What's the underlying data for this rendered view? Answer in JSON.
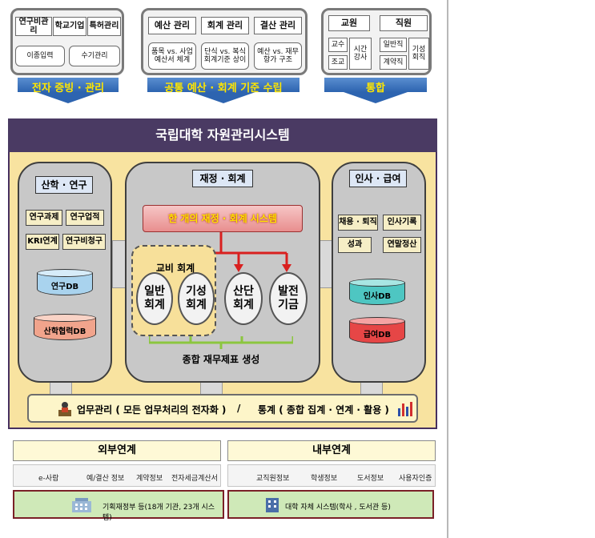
{
  "top_panels": {
    "left": {
      "items": [
        "연구비관리",
        "학교기업",
        "특허관리",
        "이종입력",
        "수기관리"
      ],
      "arrow_label": "전자 증빙 · 관리"
    },
    "center": {
      "items": [
        "예산 관리",
        "회계 관리",
        "결산 관리"
      ],
      "sub_items": [
        "품목 vs. 사업\n예산서 체계",
        "단식 vs. 복식\n회계기준 상이",
        "예산 vs. 재무\n항가 구조"
      ],
      "arrow_label": "공통 예산 · 회계 기준 수립"
    },
    "right": {
      "groups": [
        "교원",
        "직원"
      ],
      "items": [
        "교수",
        "조교",
        "시간\n강사",
        "일반직",
        "계약직",
        "기성\n회직"
      ],
      "arrow_label": "통합"
    }
  },
  "system": {
    "title": "국립대학 자원관리시스템",
    "left_col": {
      "title": "산학 · 연구",
      "tags": [
        "연구과제",
        "연구업적",
        "KRI연계",
        "연구비청구"
      ],
      "dbs": [
        "연구DB",
        "산학협력DB"
      ]
    },
    "center_col": {
      "title": "재정 · 회계",
      "banner": "한 개의 재정 · 회계 시스템",
      "group_label": "교비 회계",
      "ovals": [
        "일반\n회계",
        "기성\n회계",
        "산단\n회계",
        "발전\n기금"
      ],
      "footer": "종합 재무제표 생성"
    },
    "right_col": {
      "title": "인사 · 급여",
      "tags": [
        "채용 · 퇴직",
        "인사기록",
        "성과",
        "연말정산"
      ],
      "dbs": [
        "인사DB",
        "급여DB"
      ]
    },
    "strip": {
      "left_text": "업무관리 ( 모든 업무처리의 전자화 )",
      "sep": "/",
      "right_text": "통계 ( 종합 집계 · 연계 · 활용 )"
    }
  },
  "external": {
    "title": "외부연계",
    "items": [
      "e-사람",
      "예/결산 정보",
      "계약정보",
      "전자세금계산서"
    ],
    "box": "기획재정부 등(18개 기관, 23개 시스템)"
  },
  "internal": {
    "title": "내부연계",
    "items": [
      "교직원정보",
      "학생정보",
      "도서정보",
      "사용자인증"
    ],
    "box": "대학 자체 시스템(학사 , 도서관 등)"
  },
  "colors": {
    "header": "#4a3a63",
    "arrow": "#2d64b0",
    "arrow_text": "#ffe600",
    "main_bg": "#f8e3a0",
    "red": "#d9201f",
    "green": "#8cc63f"
  }
}
